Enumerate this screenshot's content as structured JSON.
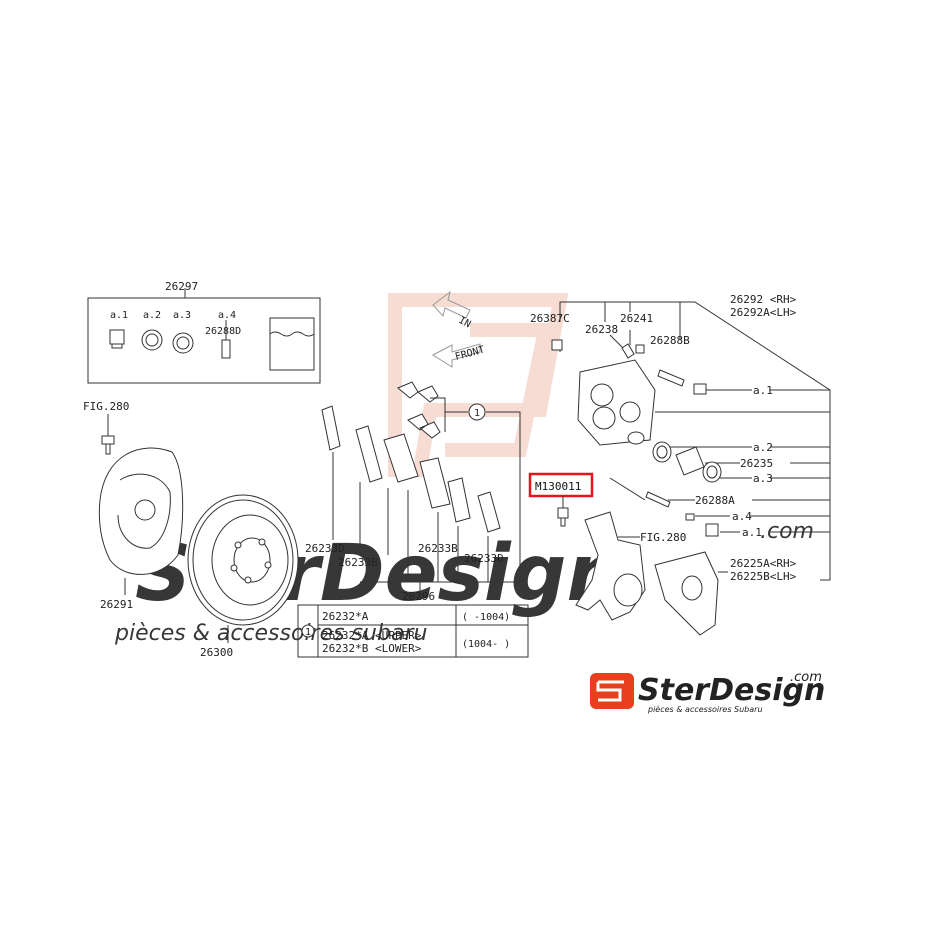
{
  "diagram": {
    "kit_top": "26297",
    "kit_items": [
      "a.1",
      "a.2",
      "a.3",
      "a.4",
      "26288D"
    ],
    "fig_left": "FIG.280",
    "fig_right": "FIG.280",
    "backing_plate": "26291",
    "rotor": "26300",
    "dir_in": "IN",
    "dir_front": "FRONT",
    "pads": {
      "d_left": "26233D",
      "b_left": "26233B",
      "b_right": "26233B",
      "d_right": "26233D",
      "kit": "26296",
      "callout": "1"
    },
    "caliper": {
      "c26387c": "26387C",
      "c26238": "26238",
      "c26241": "26241",
      "c26288b": "26288B",
      "rh": "26292 <RH>",
      "lh": "26292A<LH>",
      "a1_top": "a.1",
      "a2": "a.2",
      "p26235": "26235",
      "a3": "a.3",
      "p26288a": "26288A",
      "a4": "a.4",
      "a1_bot": "a.1",
      "bracket_rh": "26225A<RH>",
      "bracket_lh": "26225B<LH>"
    },
    "highlight_code": "M130011",
    "highlight_color": "#e8141c",
    "table": {
      "marker": "1",
      "rows": [
        {
          "part": "26232*A",
          "range": "( -1004)"
        },
        {
          "part": "26232*A <UPPER>",
          "range": ""
        },
        {
          "part": "26232*B <LOWER>",
          "range": "(1004- )"
        }
      ]
    }
  },
  "watermark": {
    "brand": "SterDesign",
    "tagline": "pièces & accessoires subaru",
    "com": ".com",
    "logo_glyph": "SD",
    "logo_color": "#e8401c",
    "pale_color": "#f7ded6"
  },
  "logo": {
    "name": "SterDesign",
    "dotcom": ".com",
    "tagline": "pièces & accessoires Subaru",
    "red": "#e8401c"
  }
}
